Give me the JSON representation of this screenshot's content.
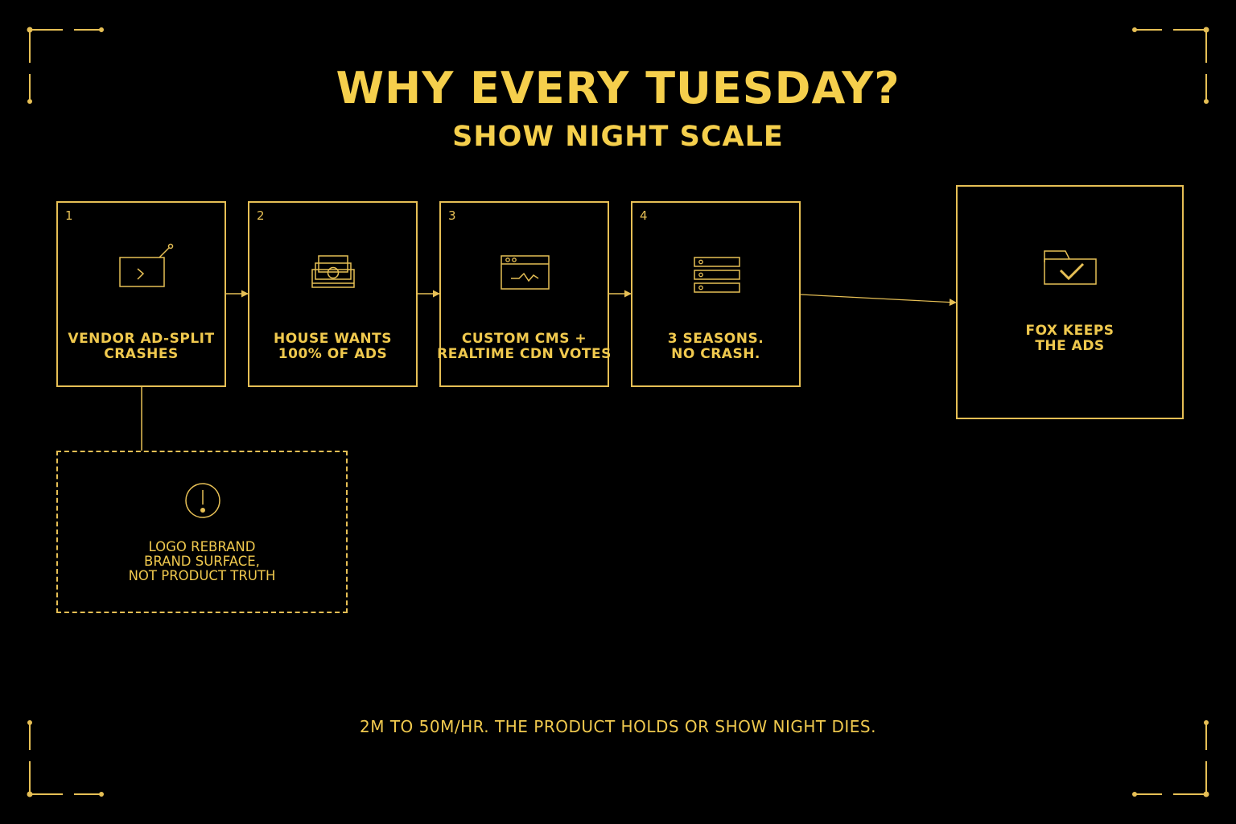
{
  "title": "WHY EVERY TUESDAY?",
  "subtitle": "SHOW NIGHT SCALE",
  "accent_color": "#f5cf4c",
  "steps": [
    {
      "number": "1",
      "label": "VENDOR AD-SPLIT\nCRASHES",
      "icon": "terminal-icon"
    },
    {
      "number": "2",
      "label": "HOUSE WANTS\n100% OF ADS",
      "icon": "money-stack-icon"
    },
    {
      "number": "3",
      "label": "CUSTOM CMS +\nREALTIME CDN VOTES",
      "icon": "browser-chart-icon"
    },
    {
      "number": "4",
      "label": "3 SEASONS.\nNO CRASH.",
      "icon": "server-stack-icon"
    }
  ],
  "outcome": {
    "label": "FOX KEEPS\nTHE ADS",
    "icon": "folder-check-icon"
  },
  "side_note": {
    "label": "LOGO REBRAND\nBRAND SURFACE,\nNOT PRODUCT TRUTH",
    "icon": "alert-circle-icon"
  },
  "footer": "2M TO 50M/HR. THE PRODUCT HOLDS OR SHOW NIGHT DIES."
}
